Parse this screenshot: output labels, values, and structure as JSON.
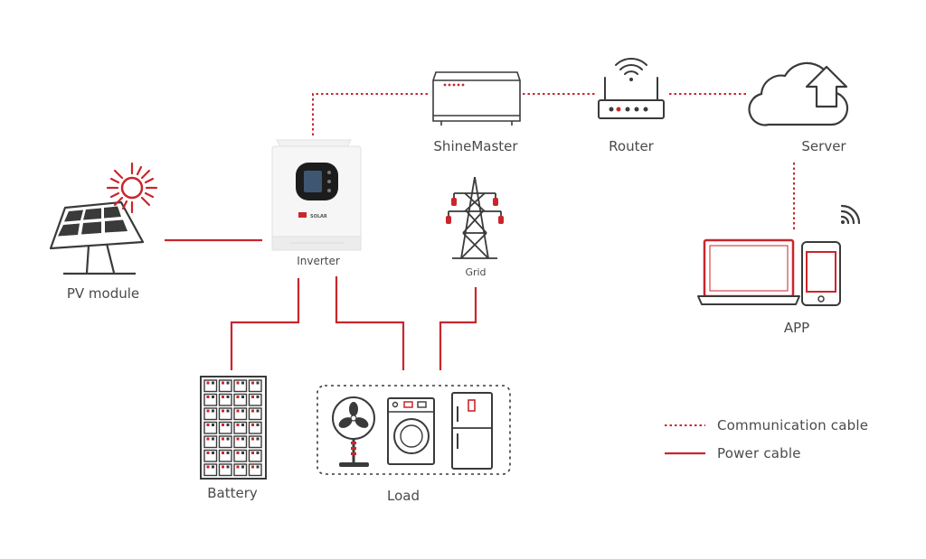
{
  "colors": {
    "accent": "#c9262c",
    "icon": "#3a3a3a",
    "text": "#4a4a4a"
  },
  "nodes": {
    "pv_module": "PV module",
    "inverter": "Inverter",
    "inverter_brand": "SOLAR",
    "shinemaster": "ShineMaster",
    "router": "Router",
    "server": "Server",
    "grid": "Grid",
    "app": "APP",
    "battery": "Battery",
    "load": "Load"
  },
  "legend": {
    "communication": "Communication cable",
    "power": "Power cable"
  }
}
